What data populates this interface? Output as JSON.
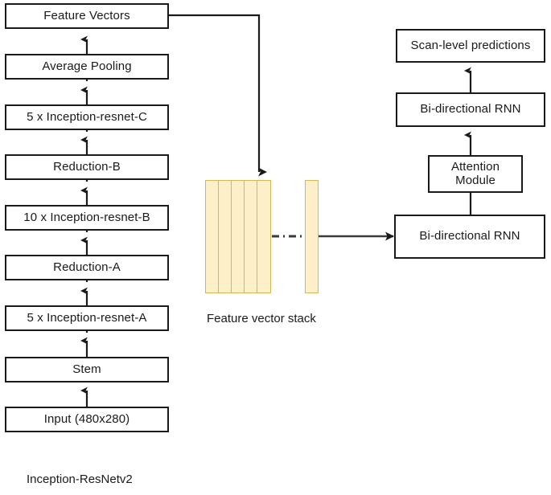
{
  "figure": {
    "type": "architecture-block-diagram",
    "background_color": "#ffffff",
    "line_color": "#1a1a1a",
    "text_color": "#1a1a1a",
    "accent_fill": "#fdf0c8",
    "accent_stroke": "#d6b656"
  },
  "backbone": {
    "caption": "Inception-ResNetv2",
    "blocks": [
      {
        "label": "Feature Vectors"
      },
      {
        "label": "Average Pooling"
      },
      {
        "label": "5 x Inception-resnet-C"
      },
      {
        "label": "Reduction-B"
      },
      {
        "label": "10 x Inception-resnet-B"
      },
      {
        "label": "Reduction-A"
      },
      {
        "label": "5 x Inception-resnet-A"
      },
      {
        "label": "Stem"
      },
      {
        "label": "Input (480x280)"
      }
    ]
  },
  "stack": {
    "caption": "Feature vector stack",
    "grouped_bar_count": 5,
    "trailing_bar_count": 1
  },
  "sequence": {
    "blocks": [
      {
        "label": "Scan-level predictions"
      },
      {
        "label": "Bi-directional RNN"
      },
      {
        "label": "Attention\nModule",
        "line1": "Attention",
        "line2": "Module"
      },
      {
        "label": "Bi-directional RNN"
      }
    ]
  }
}
